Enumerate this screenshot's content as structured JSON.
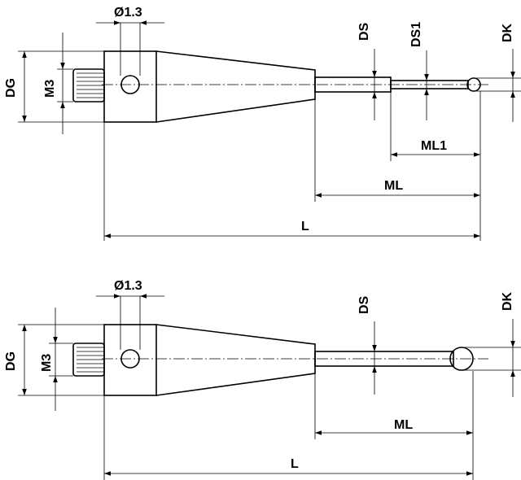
{
  "figure_top": {
    "labels": {
      "hole_diameter": "Ø1.3",
      "ds": "DS",
      "ds1": "DS1",
      "dk": "DK",
      "dg": "DG",
      "m3": "M3",
      "ml1": "ML1",
      "ml": "ML",
      "l": "L"
    }
  },
  "figure_bottom": {
    "labels": {
      "hole_diameter": "Ø1.3",
      "ds": "DS",
      "dk": "DK",
      "dg": "DG",
      "m3": "M3",
      "ml": "ML",
      "l": "L"
    }
  }
}
